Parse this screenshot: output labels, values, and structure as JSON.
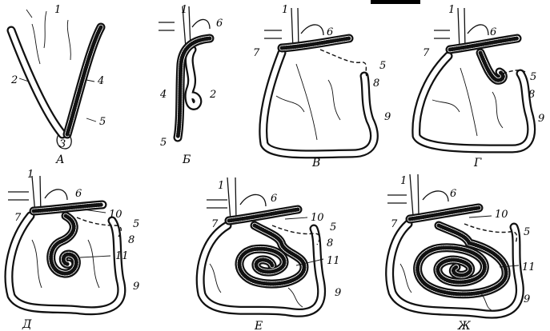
{
  "panels": [
    {
      "id": "A",
      "letter": "А"
    },
    {
      "id": "B",
      "letter": "Б"
    },
    {
      "id": "V",
      "letter": "В"
    },
    {
      "id": "G",
      "letter": "Г"
    },
    {
      "id": "D",
      "letter": "Д"
    },
    {
      "id": "E",
      "letter": "Е"
    },
    {
      "id": "Zh",
      "letter": "Ж"
    }
  ],
  "numbers": {
    "n1": "1",
    "n2": "2",
    "n3": "3",
    "n4": "4",
    "n5": "5",
    "n6": "6",
    "n7": "7",
    "n8": "8",
    "n9": "9",
    "n10": "10",
    "n11": "11"
  }
}
